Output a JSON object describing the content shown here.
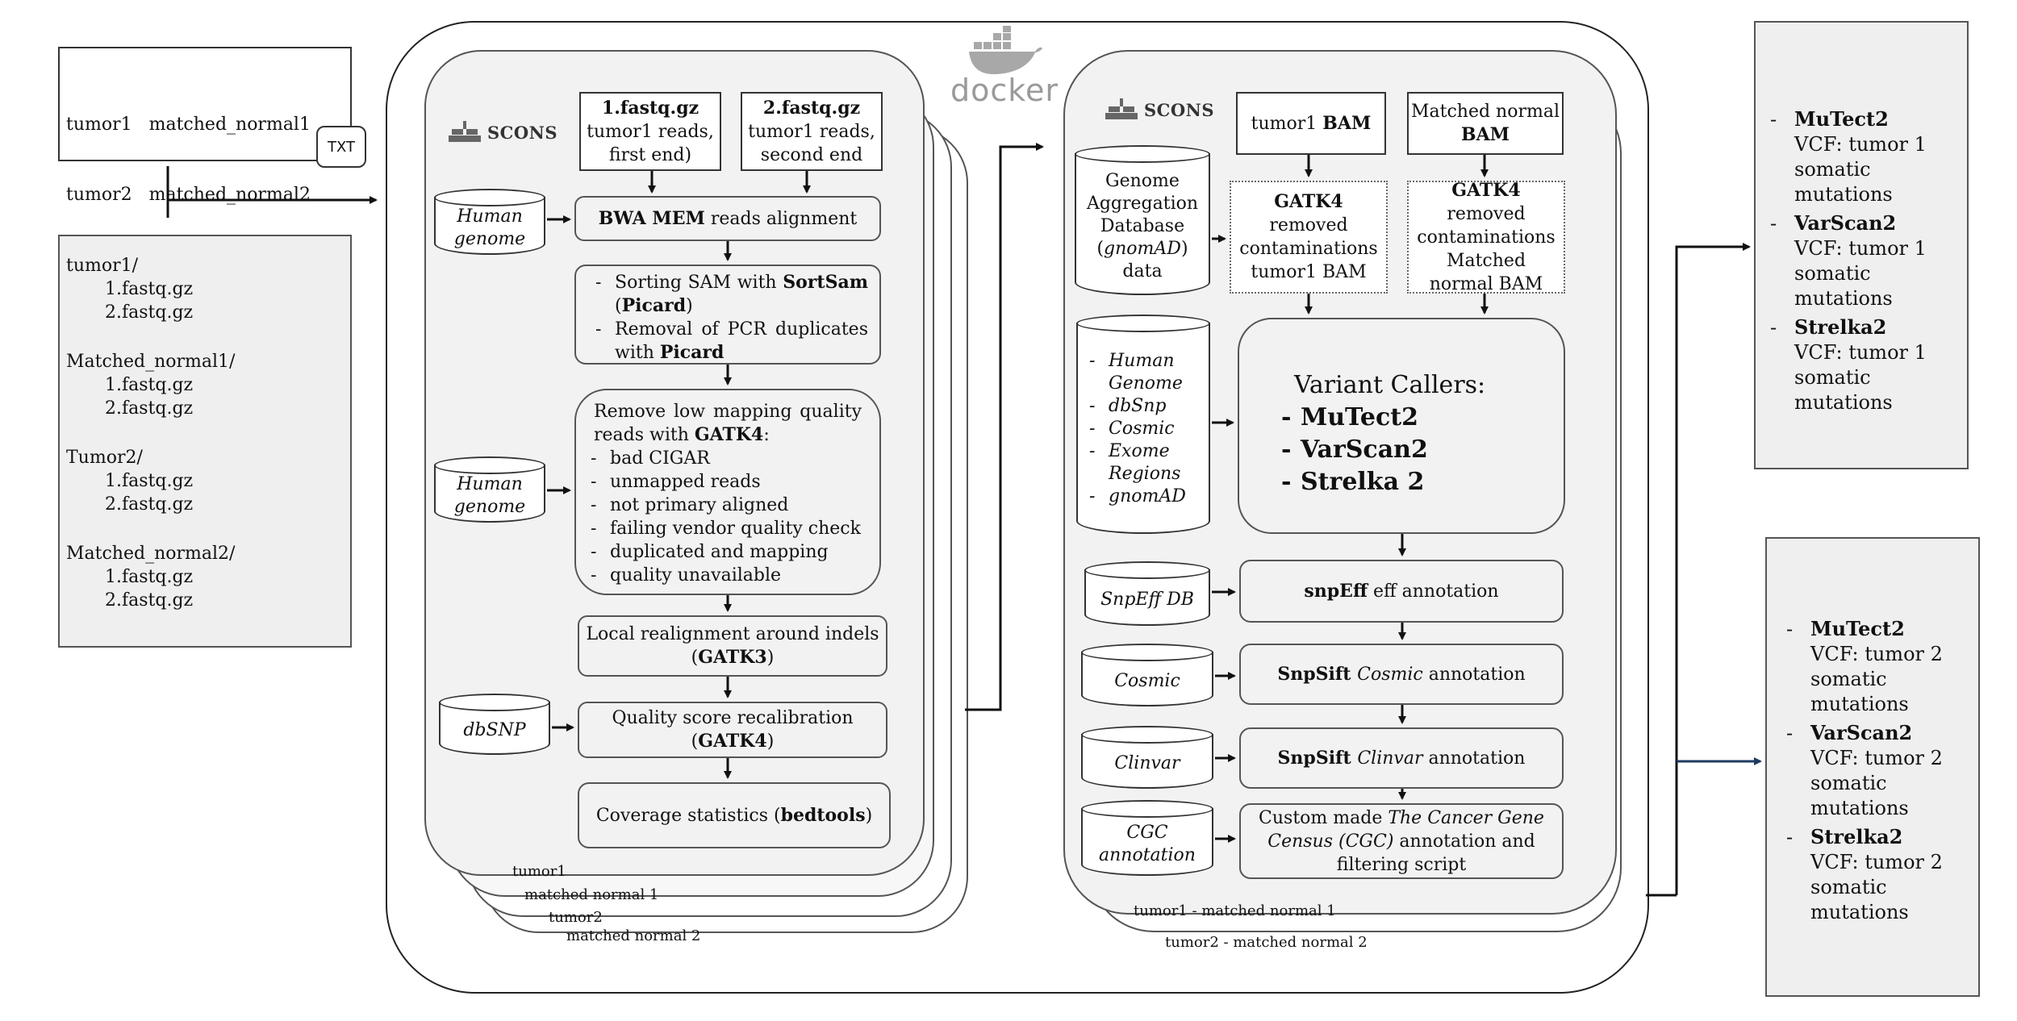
{
  "input": {
    "txt_lines": [
      "tumor1   matched_normal1",
      "tumor2   matched_normal2"
    ],
    "txt_badge": "TXT",
    "folders": [
      {
        "name": "tumor1/",
        "files": [
          "1.fastq.gz",
          "2.fastq.gz"
        ]
      },
      {
        "name": "Matched_normal1/",
        "files": [
          "1.fastq.gz",
          "2.fastq.gz"
        ]
      },
      {
        "name": "Tumor2/",
        "files": [
          "1.fastq.gz",
          "2.fastq.gz"
        ]
      },
      {
        "name": "Matched_normal2/",
        "files": [
          "1.fastq.gz",
          "2.fastq.gz"
        ]
      }
    ]
  },
  "docker_label": "docker",
  "scons_label": "SCONS",
  "left": {
    "fastq1": {
      "bold": "1.fastq.gz",
      "line2": "tumor1 reads,",
      "line3": "first end)"
    },
    "fastq2": {
      "bold": "2.fastq.gz",
      "line2": "tumor1 reads,",
      "line3": "second end"
    },
    "human_genome": "Human genome",
    "bwa": {
      "bold": "BWA MEM",
      "rest": " reads alignment"
    },
    "sort": {
      "item1_pre": "Sorting SAM with ",
      "item1_bold": "SortSam",
      "item1_post": " (",
      "item1_bold2": "Picard",
      "item1_end": ")",
      "item2_pre": "Removal of PCR duplicates with ",
      "item2_bold": "Picard"
    },
    "filter": {
      "intro_pre": "Remove low mapping quality reads with ",
      "intro_bold": "GATK4",
      "intro_post": ":",
      "items": [
        "bad CIGAR",
        "unmapped reads",
        "not primary aligned",
        "failing vendor quality check",
        "duplicated and mapping",
        "quality unavailable"
      ]
    },
    "realign": {
      "line1": "Local realignment around indels",
      "open": "(",
      "bold": "GATK3",
      "close": ")"
    },
    "dbsnp": "dbSNP",
    "recal": {
      "line1": "Quality score recalibration",
      "open": "(",
      "bold": "GATK4",
      "close": ")"
    },
    "coverage": {
      "pre": "Coverage statistics (",
      "bold": "bedtools",
      "post": ")"
    },
    "stack_labels": [
      "tumor1",
      "matched normal 1",
      "tumor2",
      "matched normal 2"
    ]
  },
  "right": {
    "tumor_bam": {
      "pre": "tumor1 ",
      "bold": "BAM"
    },
    "normal_bam": {
      "line1": "Matched normal",
      "bold": "BAM"
    },
    "gnomad": {
      "line1": "Genome",
      "line2": "Aggregation",
      "line3": "Database",
      "line4_open": "(",
      "line4_it": "gnomAD",
      "line4_close": ")",
      "line5": "data"
    },
    "gatk_tumor": {
      "bold": "GATK4",
      "rest": " removed contaminations tumor1 BAM"
    },
    "gatk_normal": {
      "bold": "GATK4",
      "rest": " removed contaminations Matched normal BAM"
    },
    "resources": [
      "Human Genome",
      "dbSnp",
      "Cosmic",
      "Exome Regions",
      "gnomAD"
    ],
    "variant_callers": {
      "title": "Variant Callers:",
      "items": [
        "MuTect2",
        "VarScan2",
        "Strelka 2"
      ]
    },
    "snpeff_db": "SnpEff DB",
    "snpeff": {
      "bold": "snpEff",
      "rest": " eff annotation"
    },
    "cosmic": "Cosmic",
    "snpsift_cosmic": {
      "bold": "SnpSift ",
      "it": "Cosmic",
      "rest": " annotation"
    },
    "clinvar": "Clinvar",
    "snpsift_clinvar": {
      "bold": "SnpSift ",
      "it": "Clinvar",
      "rest": " annotation"
    },
    "cgc": "CGC annotation",
    "custom": {
      "pre": "Custom made ",
      "it": "The Cancer Gene Census (CGC)",
      "post": " annotation and filtering script"
    },
    "stack_labels": [
      "tumor1 - matched normal 1",
      "tumor2 - matched normal 2"
    ]
  },
  "outputs": [
    {
      "items": [
        {
          "tool": "MuTect2",
          "desc": "VCF: tumor 1 somatic mutations"
        },
        {
          "tool": "VarScan2",
          "desc": "VCF: tumor 1 somatic mutations"
        },
        {
          "tool": "Strelka2",
          "desc": "VCF: tumor 1 somatic mutations"
        }
      ]
    },
    {
      "items": [
        {
          "tool": "MuTect2",
          "desc": "VCF: tumor 2 somatic mutations"
        },
        {
          "tool": "VarScan2",
          "desc": "VCF: tumor 2 somatic mutations"
        },
        {
          "tool": "Strelka2",
          "desc": "VCF: tumor 2 somatic mutations"
        }
      ]
    }
  ],
  "colors": {
    "box_fill": "#f2f2f2",
    "border": "#555555",
    "arrow": "#111111",
    "arrow_blue": "#1f3a5f",
    "docker_gray": "#9a9a9a"
  }
}
